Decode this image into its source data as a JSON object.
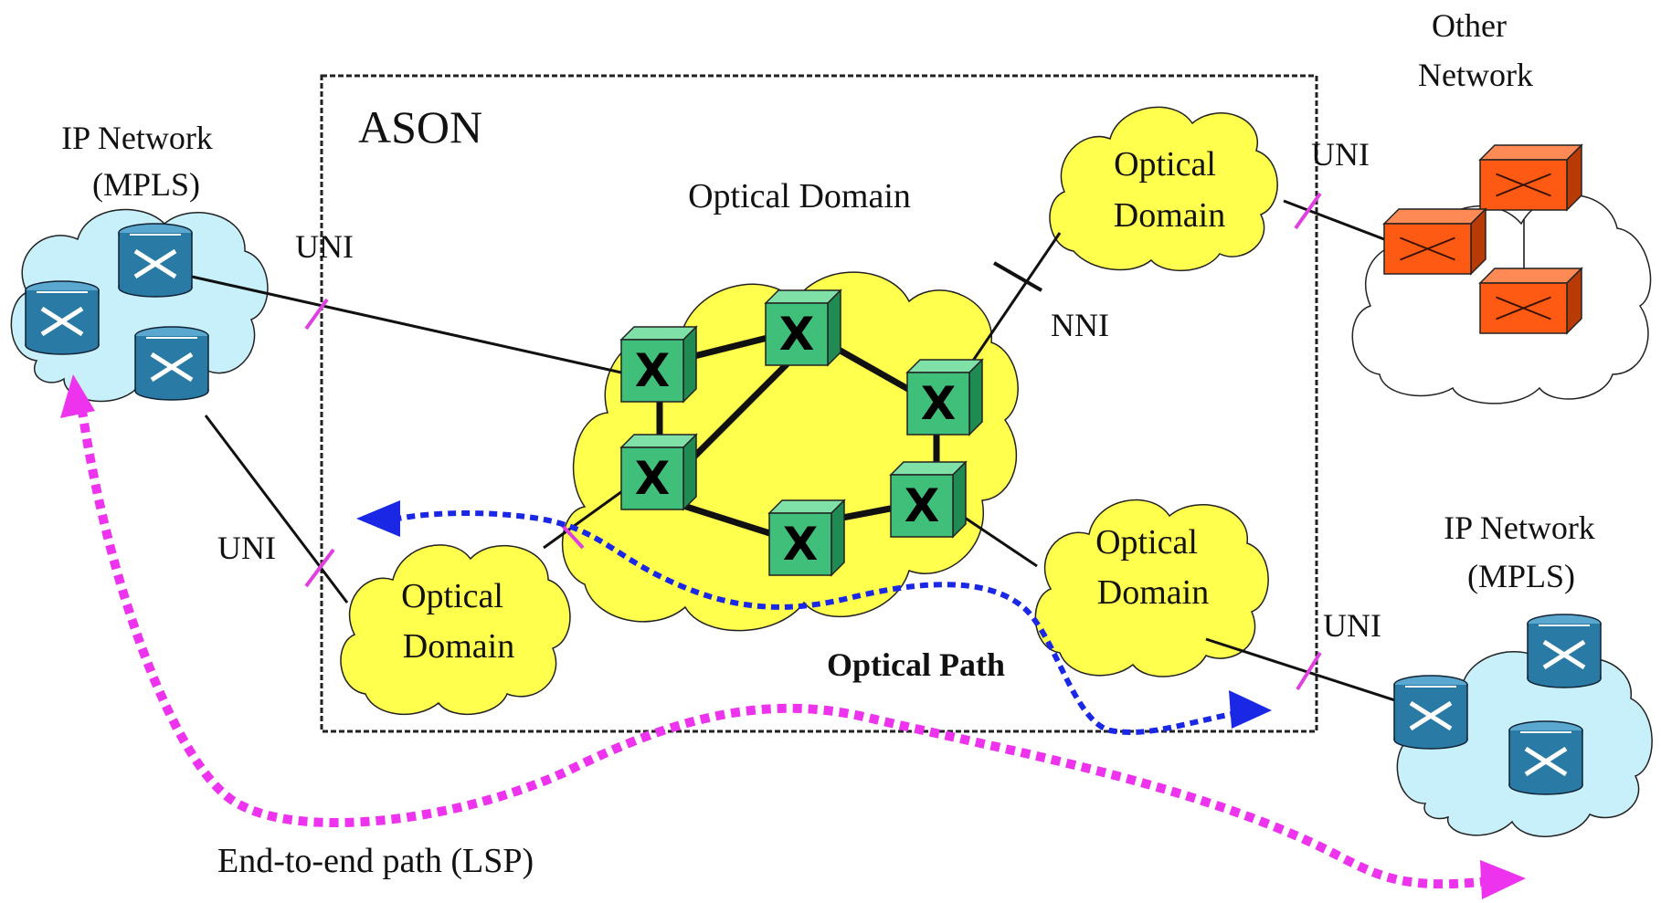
{
  "labels": {
    "ason": "ASON",
    "ip_left_line1": "IP Network",
    "ip_left_line2": "(MPLS)",
    "ip_right_line1": "IP Network",
    "ip_right_line2": "(MPLS)",
    "other_line1": "Other",
    "other_line2": "Network",
    "optical_domain_center": "Optical Domain",
    "od_top_right_line1": "Optical",
    "od_top_right_line2": "Domain",
    "od_bottom_left_line1": "Optical",
    "od_bottom_left_line2": "Domain",
    "od_bottom_right_line1": "Optical",
    "od_bottom_right_line2": "Domain",
    "uni_top_left": "UNI",
    "uni_bottom_left": "UNI",
    "uni_top_right": "UNI",
    "uni_bottom_right": "UNI",
    "nni": "NNI",
    "optical_path": "Optical Path",
    "end_to_end": "End-to-end path (LSP)",
    "switch_glyph": "X"
  },
  "colors": {
    "ip_cloud": "#c8f0fa",
    "optical_cloud": "#ffff4d",
    "other_cloud": "#ffffff",
    "oxc_green": "#3fbf7a",
    "router_blue": "#2a7aa6",
    "orange_switch": "#ff5a14",
    "uni_marker": "#e040e0",
    "optical_path": "#1a28e6",
    "lsp_path": "#ee33ee"
  }
}
